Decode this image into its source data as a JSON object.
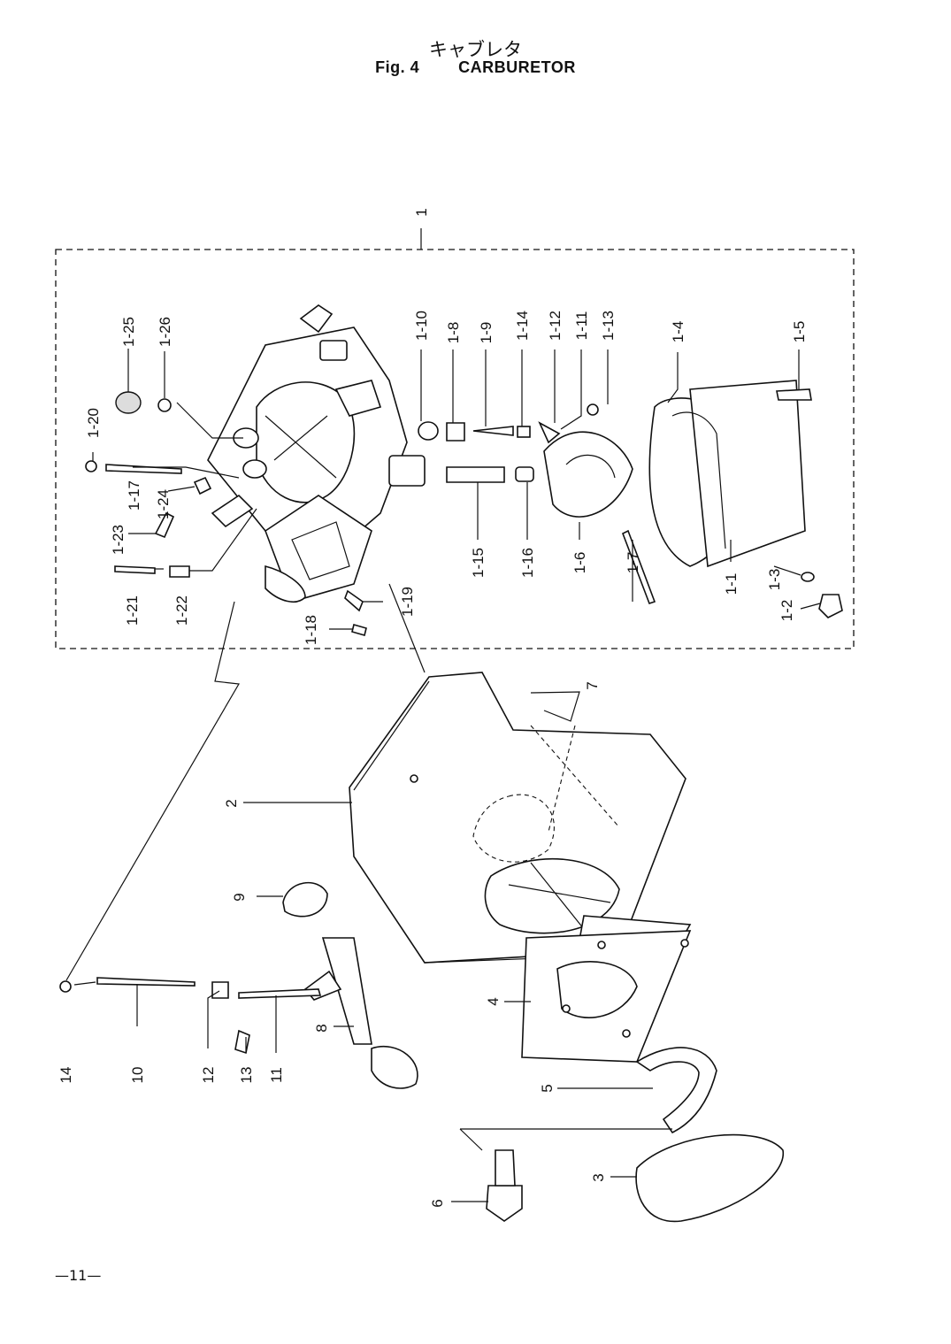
{
  "header": {
    "title_jp": "キャブレタ",
    "fig_label": "Fig. 4",
    "title_en": "CARBURETOR"
  },
  "footer": {
    "page_number": "—11—"
  },
  "assembly_label": "1",
  "part_labels": {
    "p1_25": "1-25",
    "p1_26": "1-26",
    "p1_20": "1-20",
    "p1_17": "1-17",
    "p1_24": "1-24",
    "p1_23": "1-23",
    "p1_21": "1-21",
    "p1_22": "1-22",
    "p1_18": "1-18",
    "p1_19": "1-19",
    "p1_10": "1-10",
    "p1_8": "1-8",
    "p1_9": "1-9",
    "p1_14": "1-14",
    "p1_12": "1-12",
    "p1_11": "1-11",
    "p1_13": "1-13",
    "p1_4": "1-4",
    "p1_5": "1-5",
    "p1_15": "1-15",
    "p1_16": "1-16",
    "p1_6": "1-6",
    "p1_7": "1-7",
    "p1_1": "1-1",
    "p1_3": "1-3",
    "p1_2": "1-2",
    "p7": "7",
    "p2": "2",
    "p9": "9",
    "p4": "4",
    "p8": "8",
    "p14": "14",
    "p10": "10",
    "p12": "12",
    "p13": "13",
    "p11": "11",
    "p5": "5",
    "p3": "3",
    "p6": "6"
  }
}
